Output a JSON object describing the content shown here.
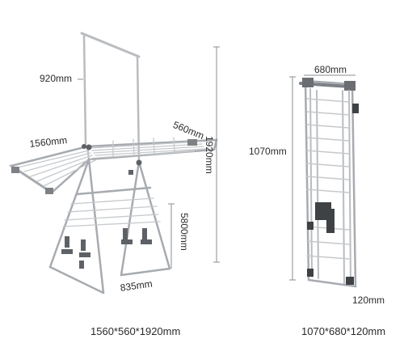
{
  "unfolded": {
    "dim_top_bar": "920mm",
    "dim_length": "1560mm",
    "dim_depth": "560mm",
    "dim_height": "1920mm",
    "dim_lower": "5800mm",
    "dim_base": "835mm",
    "caption": "1560*560*1920mm"
  },
  "folded": {
    "dim_width": "680mm",
    "dim_height": "1070mm",
    "dim_thickness": "120mm",
    "caption": "1070*680*120mm"
  },
  "colors": {
    "frame": "#b9bcc0",
    "frame_dark": "#7d8186",
    "joint": "#5e6165",
    "dim_line": "#8a8d91",
    "text": "#2b2b2b"
  }
}
